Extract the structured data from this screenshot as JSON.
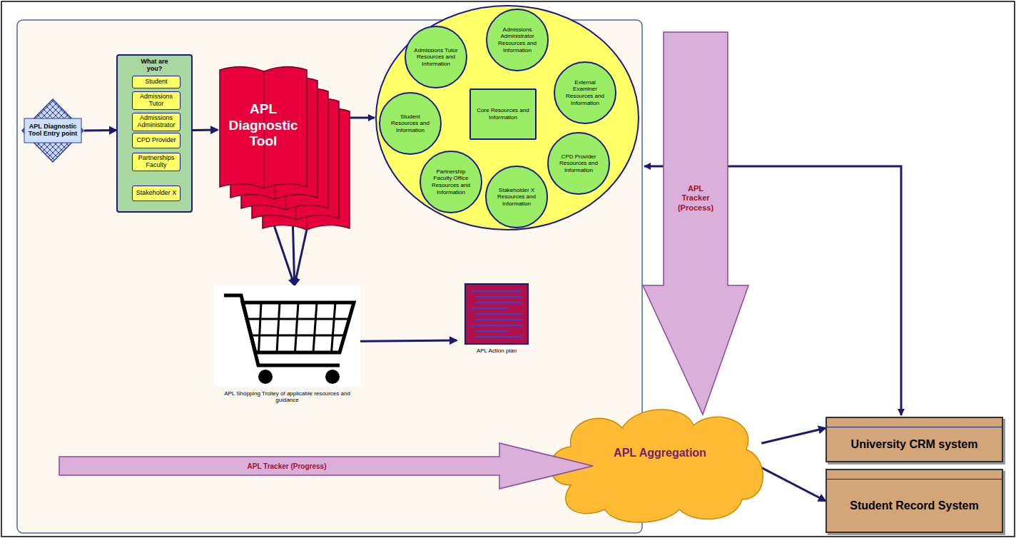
{
  "diagram": {
    "nodes": [
      {
        "text": [
          "APL Diagnostic Tool Entry point"
        ]
      },
      {
        "text": [
          "What are you?"
        ]
      },
      {
        "text": [
          "Student"
        ],
        "in": 1
      },
      {
        "text": [
          "Admissions Tutor"
        ],
        "in": 1
      },
      {
        "text": [
          "Admissions Administrator"
        ],
        "in": 1
      },
      {
        "text": [
          "CPD Provider"
        ],
        "in": 1
      },
      {
        "text": [
          "Partnerships Faculty"
        ],
        "in": 1
      },
      {
        "text": [
          "Stakeholder X"
        ],
        "in": 1
      },
      {
        "text": [
          "APL Diagnostic Tool"
        ]
      },
      {
        "text": [
          "Admissions Tutor Resources and Information"
        ]
      },
      {
        "text": [
          "Admissions Administrator Resources and Information"
        ]
      },
      {
        "text": [
          "External Examiner Resources and Information"
        ]
      },
      {
        "text": [
          "Student Resources and Information"
        ]
      },
      {
        "text": [
          "Core Resources and Information"
        ]
      },
      {
        "text": [
          "CPD Provider Resources and Information"
        ]
      },
      {
        "text": [
          "Partnership Faculty Office Resources and Information"
        ]
      },
      {
        "text": [
          "Stakeholder X Resources and Information"
        ]
      },
      {
        "text": [
          "APL Shopping Trolley of applicable resources and guidance"
        ]
      },
      {
        "text": [
          "APL Action plan"
        ]
      },
      {
        "text": [
          "APL Tracker (Process)"
        ]
      },
      {
        "text": [
          "APL Tracker (Progress)"
        ]
      },
      {
        "text": [
          "APL Aggregation"
        ]
      },
      {
        "text": [
          "University CRM system"
        ]
      },
      {
        "text": [
          "Student Record System"
        ]
      }
    ],
    "edges": [
      {
        "from": 0,
        "to": 1,
        "arrow": "to"
      },
      {
        "from": 1,
        "to": 8,
        "arrow": "to"
      },
      {
        "from": 8,
        "to": 17,
        "arrow": "to"
      },
      {
        "from": 8,
        "to": 17,
        "arrow": "to"
      },
      {
        "from": 8,
        "to": 17,
        "arrow": "to"
      },
      {
        "from": 17,
        "to": 18,
        "arrow": "to"
      },
      {
        "from": 21,
        "to": 22,
        "arrow": "to"
      },
      {
        "from": 21,
        "to": 23,
        "arrow": "to"
      }
    ]
  }
}
